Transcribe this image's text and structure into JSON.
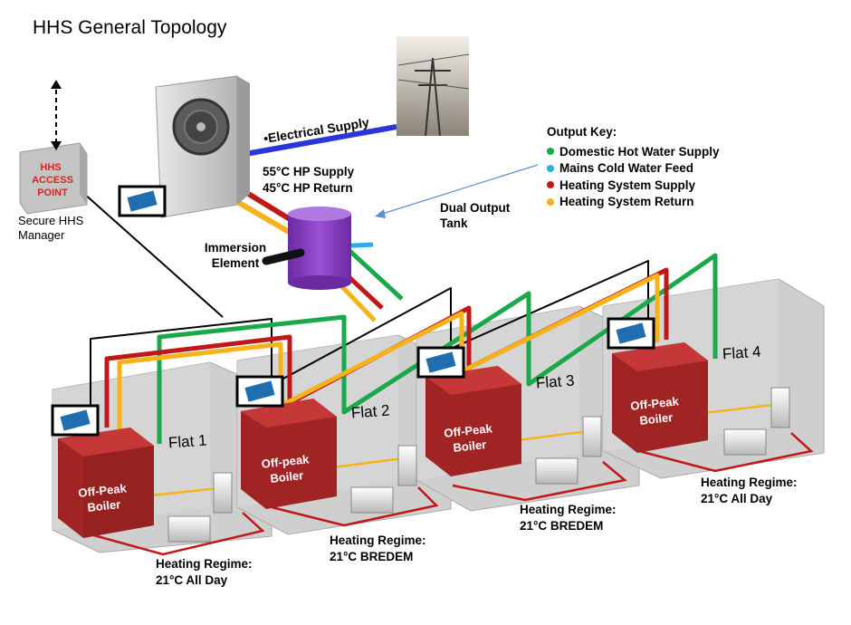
{
  "title": "HHS General Topology",
  "access_point": {
    "line1": "HHS",
    "line2": "ACCESS",
    "line3": "POINT"
  },
  "manager_label": "Secure HHS Manager",
  "electrical_supply": "•Electrical Supply",
  "hp_supply": "55°C HP Supply",
  "hp_return": "45°C HP Return",
  "immersion": "Immersion Element",
  "tank_label": "Dual Output Tank",
  "key": {
    "title": "Output Key:",
    "items": [
      {
        "label": "Domestic Hot Water Supply",
        "color": "#1aa84a"
      },
      {
        "label": "Mains Cold Water Feed",
        "color": "#29aee8"
      },
      {
        "label": "Heating System Supply",
        "color": "#c01818"
      },
      {
        "label": "Heating System Return",
        "color": "#f5b21a"
      }
    ]
  },
  "colors": {
    "hot_water": "#1aa84a",
    "cold_water": "#29aee8",
    "heating_supply": "#c01818",
    "heating_return": "#f5b21a",
    "electrical": "#2a36d8",
    "tank": "#8a3fc4",
    "boiler": "#b02a2a",
    "building": "#c8c8c8"
  },
  "flats": [
    {
      "name": "Flat 1",
      "boiler_l1": "Off-Peak",
      "boiler_l2": "Boiler",
      "regime_l1": "Heating Regime:",
      "regime_l2": "21°C All Day"
    },
    {
      "name": "Flat 2",
      "boiler_l1": "Off-peak",
      "boiler_l2": "Boiler",
      "regime_l1": "Heating Regime:",
      "regime_l2": "21°C BREDEM"
    },
    {
      "name": "Flat 3",
      "boiler_l1": "Off-Peak",
      "boiler_l2": "Boiler",
      "regime_l1": "Heating Regime:",
      "regime_l2": "21°C BREDEM"
    },
    {
      "name": "Flat 4",
      "boiler_l1": "Off-Peak",
      "boiler_l2": "Boiler",
      "regime_l1": "Heating Regime:",
      "regime_l2": "21°C All Day"
    }
  ]
}
